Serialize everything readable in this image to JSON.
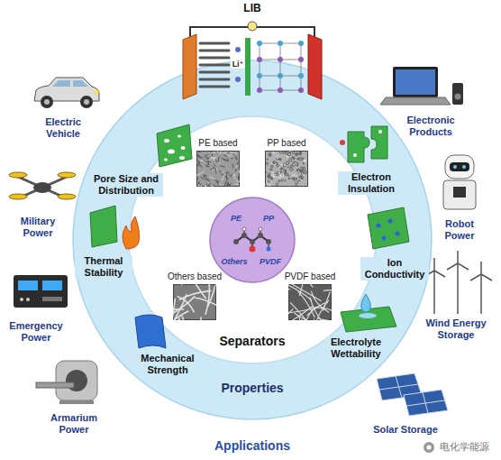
{
  "diagram": {
    "nodes": [
      {
        "text": [
          "Properties"
        ]
      },
      {
        "text": [
          "Separators"
        ],
        "in": 0
      },
      {
        "text": [
          "PE based"
        ],
        "in": 1
      },
      {
        "text": [
          "PP based"
        ],
        "in": 1
      },
      {
        "text": [
          "PE",
          "PP",
          "Others",
          "PVDF"
        ],
        "in": 1
      },
      {
        "text": [
          "Others based"
        ],
        "in": 1
      },
      {
        "text": [
          "PVDF based"
        ],
        "in": 1
      }
    ],
    "labels": [
      "LIB",
      "Li⁺",
      "Electric Vehicle",
      "Military Power",
      "Emergency Power",
      "Armarium Power",
      "Electronic Products",
      "Robot Power",
      "Wind Energy Storage",
      "Solar Storage",
      "Pore Size and Distribution",
      "Thermal Stability",
      "Mechanical Strength",
      "Electron Insulation",
      "Ion Conductivity",
      "Electrolyte Wettability",
      "Applications",
      "电化学能源"
    ]
  }
}
